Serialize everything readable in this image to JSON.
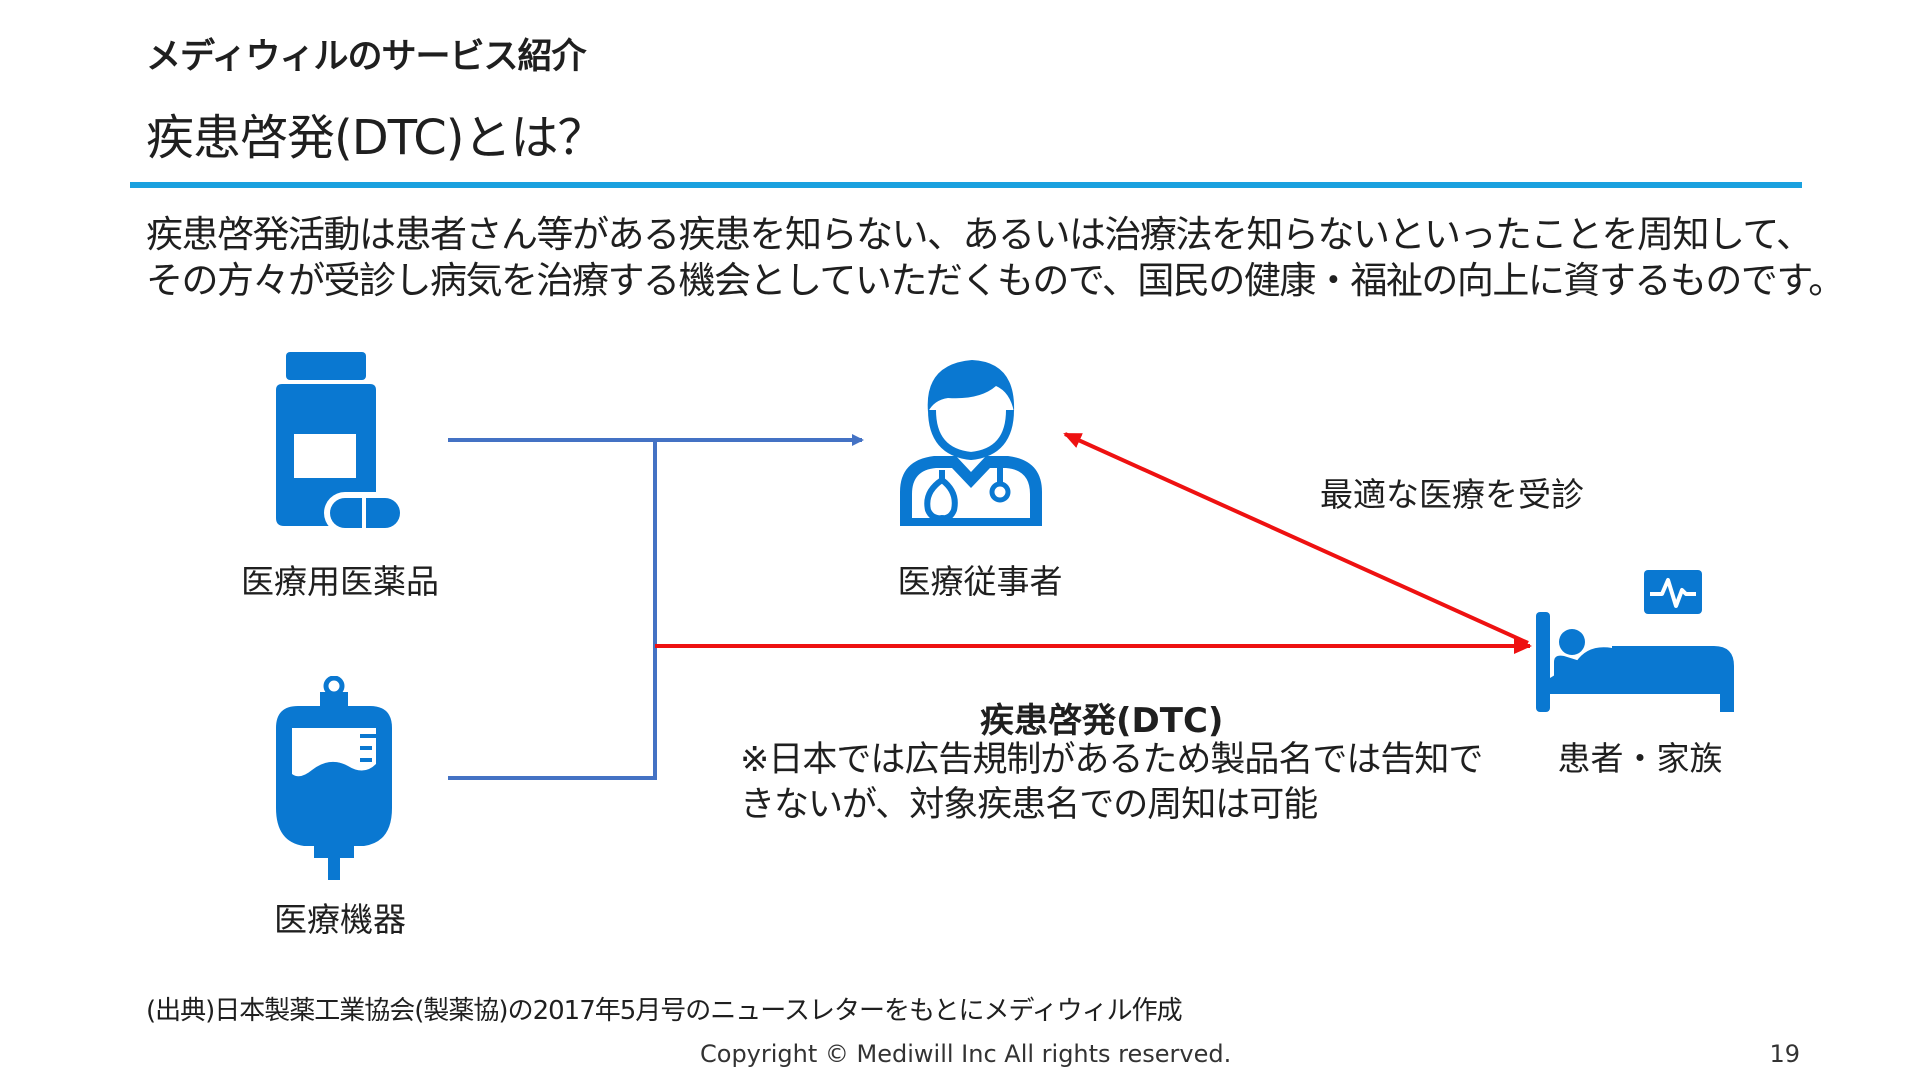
{
  "header": {
    "section_title": "メディウィルのサービス紹介",
    "page_title": "疾患啓発(DTC)とは？"
  },
  "description": {
    "line1": "疾患啓発活動は患者さん等がある疾患を知らない、あるいは治療法を知らないといったことを周知して、",
    "line2": "その方々が受診し病気を治療する機会としていただくもので、国民の健康・福祉の向上に資するものです。"
  },
  "diagram": {
    "drug_label": "医療用医薬品",
    "device_label": "医療機器",
    "hcp_label": "医療従事者",
    "patient_label": "患者・家族",
    "visit_label": "最適な医療を受診",
    "dtc_title": "疾患啓発(DTC)",
    "dtc_note_line1": "※日本では広告規制があるため製品名では告知で",
    "dtc_note_line2": "きないが、対象疾患名での周知は可能",
    "icons": [
      "medicine-bottle-icon",
      "iv-bag-icon",
      "doctor-icon",
      "patient-bed-icon"
    ],
    "colors": {
      "icon": "#0a78d1",
      "connector": "#4472c4",
      "dtc_arrow": "#ee1111",
      "rule": "#1aa1df"
    }
  },
  "footer": {
    "source": "(出典)日本製薬工業協会(製薬協)の2017年5月号のニュースレターをもとにメディウィル作成",
    "copyright": "Copyright © Mediwill Inc All rights reserved.",
    "page_number": "19"
  }
}
